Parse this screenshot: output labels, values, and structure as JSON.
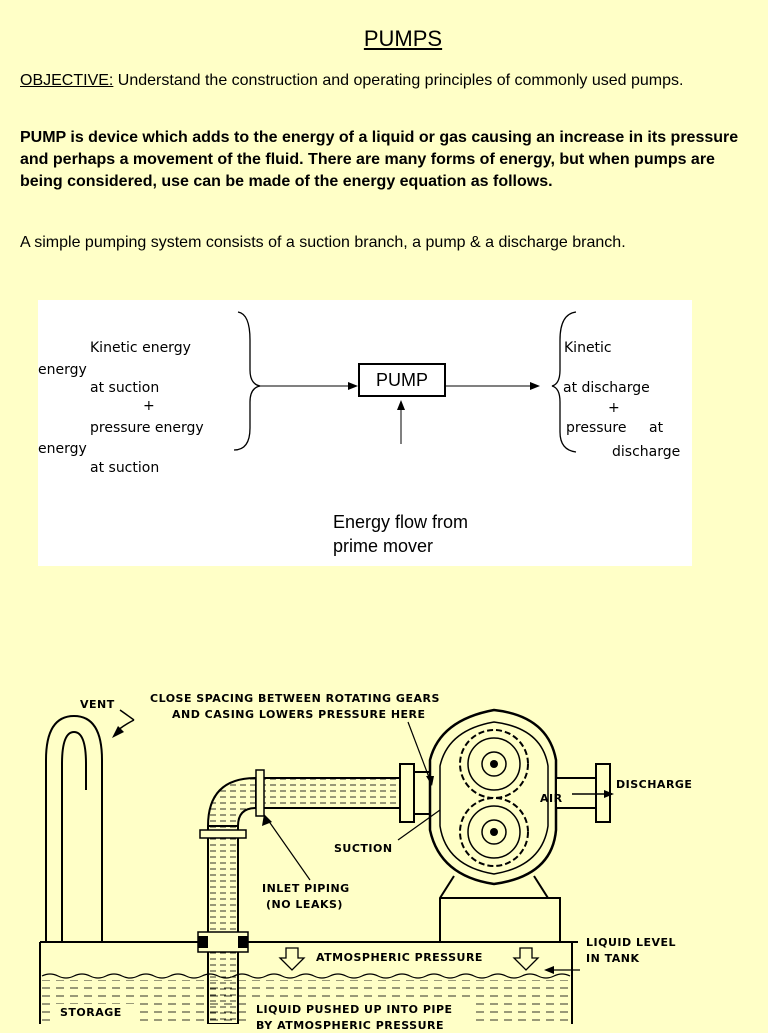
{
  "title": "PUMPS",
  "objective": {
    "label": "OBJECTIVE:",
    "text": " Understand the construction and operating principles of commonly used pumps."
  },
  "definition": " PUMP is device which adds to the energy of a liquid or gas causing an increase in its pressure and perhaps a movement of the fluid. There are many forms of energy, but when pumps are being considered, use can be made of the energy equation as follows.",
  "system_text": "A simple pumping system consists of a suction branch, a pump & a discharge branch.",
  "energy_diagram": {
    "left": {
      "kinetic": "Kinetic energy",
      "energy1": "energy",
      "at_suction1": "at suction",
      "plus": "+",
      "pressure": "pressure energy",
      "energy2": "energy",
      "at_suction2": "at suction"
    },
    "pump_label": "PUMP",
    "right": {
      "kinetic": "Kinetic",
      "at_discharge1": "at discharge",
      "plus": "+",
      "pressure": "pressure",
      "at": "at",
      "discharge": "discharge"
    },
    "caption_line1": "Energy flow from",
    "caption_line2": "prime mover"
  },
  "gear_pump_diagram": {
    "vent": "VENT",
    "close_spacing_1": "CLOSE SPACING BETWEEN ROTATING GEARS",
    "close_spacing_2": "AND CASING LOWERS PRESSURE HERE",
    "discharge": "DISCHARGE",
    "air": "AIR",
    "suction": "SUCTION",
    "inlet_piping_1": "INLET PIPING",
    "inlet_piping_2": "(NO LEAKS)",
    "atmospheric": "ATMOSPHERIC PRESSURE",
    "liquid_level_1": "LIQUID LEVEL",
    "liquid_level_2": "IN TANK",
    "storage": "STORAGE",
    "liquid_pushed": "LIQUID PUSHED UP INTO PIPE",
    "by_atmospheric": "BY ATMOSPHERIC PRESSURE"
  }
}
